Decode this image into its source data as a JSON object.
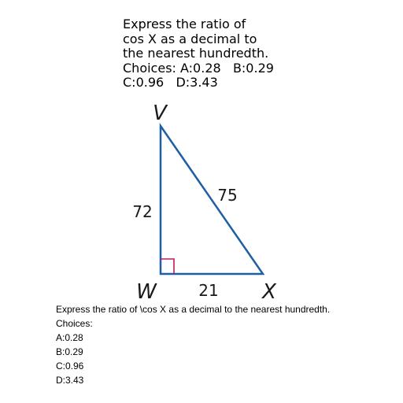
{
  "question_image_text": {
    "lines": [
      "Express the ratio of",
      "cos X as a decimal to",
      "the nearest hundredth.",
      "Choices: A:0.28   B:0.29",
      "C:0.96   D:3.43"
    ]
  },
  "triangle": {
    "vertex_labels": {
      "top": "V",
      "bottom_left": "W",
      "bottom_right": "X"
    },
    "side_labels": {
      "vertical": "72",
      "hypotenuse": "75",
      "horizontal": "21"
    },
    "colors": {
      "sides": "#1f5fa3",
      "right_angle_marker": "#c2185b",
      "labels": "#1a1a1a"
    }
  },
  "question_text": {
    "prompt": "Express the ratio of \\cos X as a decimal to the nearest hundredth.",
    "choices_label": "Choices:",
    "choices": [
      "A:0.28",
      "B:0.29",
      "C:0.96",
      "D:3.43"
    ]
  }
}
